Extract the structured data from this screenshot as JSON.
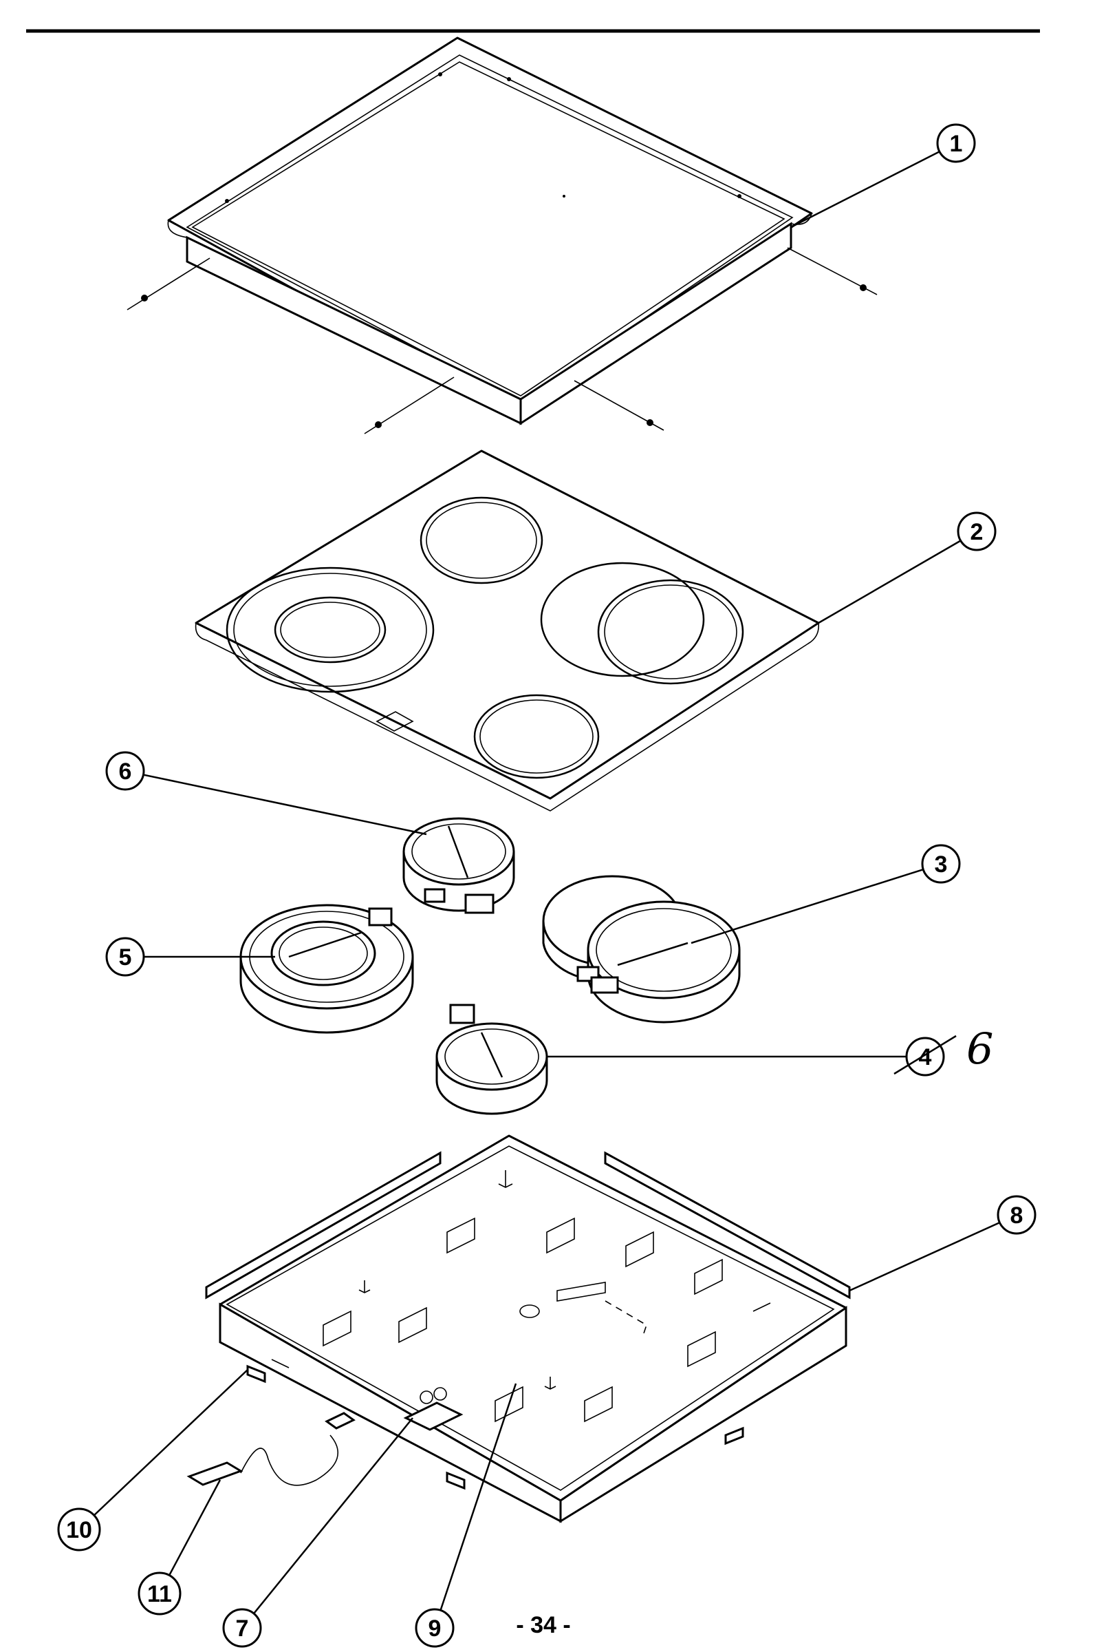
{
  "page": {
    "page_number": "- 34 -"
  },
  "callouts": [
    {
      "id": "1",
      "label": "1"
    },
    {
      "id": "2",
      "label": "2"
    },
    {
      "id": "3",
      "label": "3"
    },
    {
      "id": "4",
      "label": "4"
    },
    {
      "id": "5",
      "label": "5"
    },
    {
      "id": "6",
      "label": "6"
    },
    {
      "id": "7",
      "label": "7"
    },
    {
      "id": "8",
      "label": "8"
    },
    {
      "id": "9",
      "label": "9"
    },
    {
      "id": "10",
      "label": "10"
    },
    {
      "id": "11",
      "label": "11"
    }
  ],
  "handwritten_note": "6",
  "colors": {
    "ink": "#000000",
    "paper": "#ffffff"
  }
}
